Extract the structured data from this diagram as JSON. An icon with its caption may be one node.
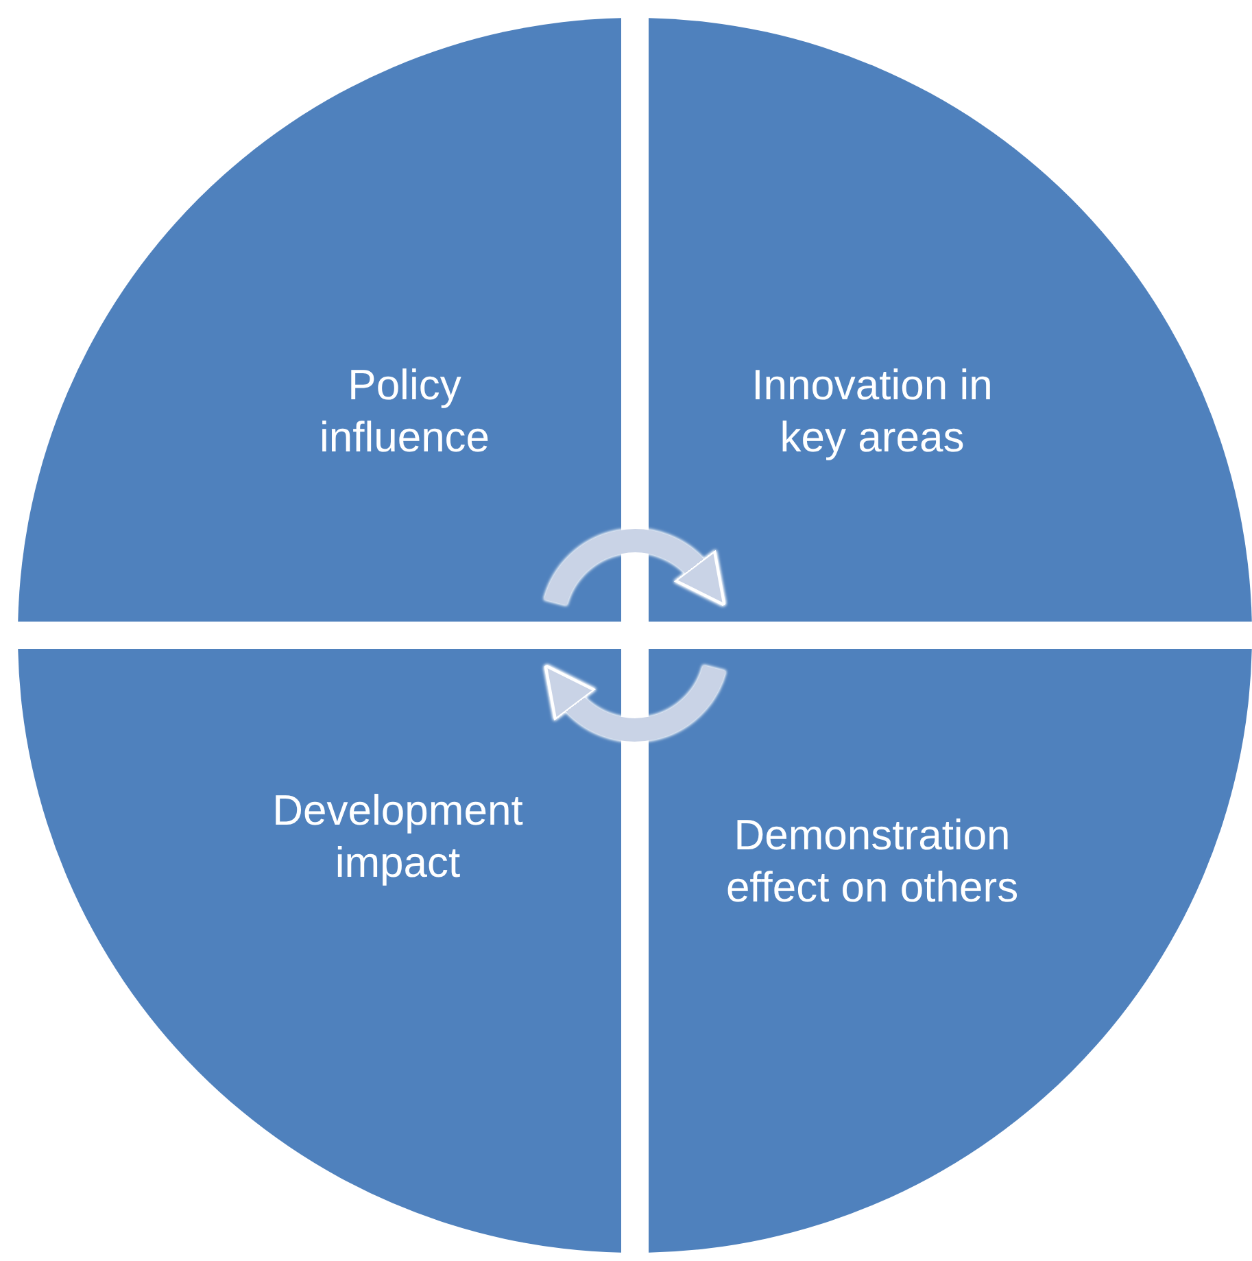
{
  "diagram": {
    "nodes": [
      {
        "text": [
          "Policy influence"
        ]
      },
      {
        "text": [
          "Innovation in key areas"
        ]
      },
      {
        "text": [
          "Development impact"
        ]
      },
      {
        "text": [
          "Demonstration effect on others"
        ]
      }
    ],
    "edges": [
      {
        "from": 0,
        "to": 1,
        "arrow": "to"
      },
      {
        "from": 3,
        "to": 2,
        "arrow": "to"
      }
    ]
  }
}
